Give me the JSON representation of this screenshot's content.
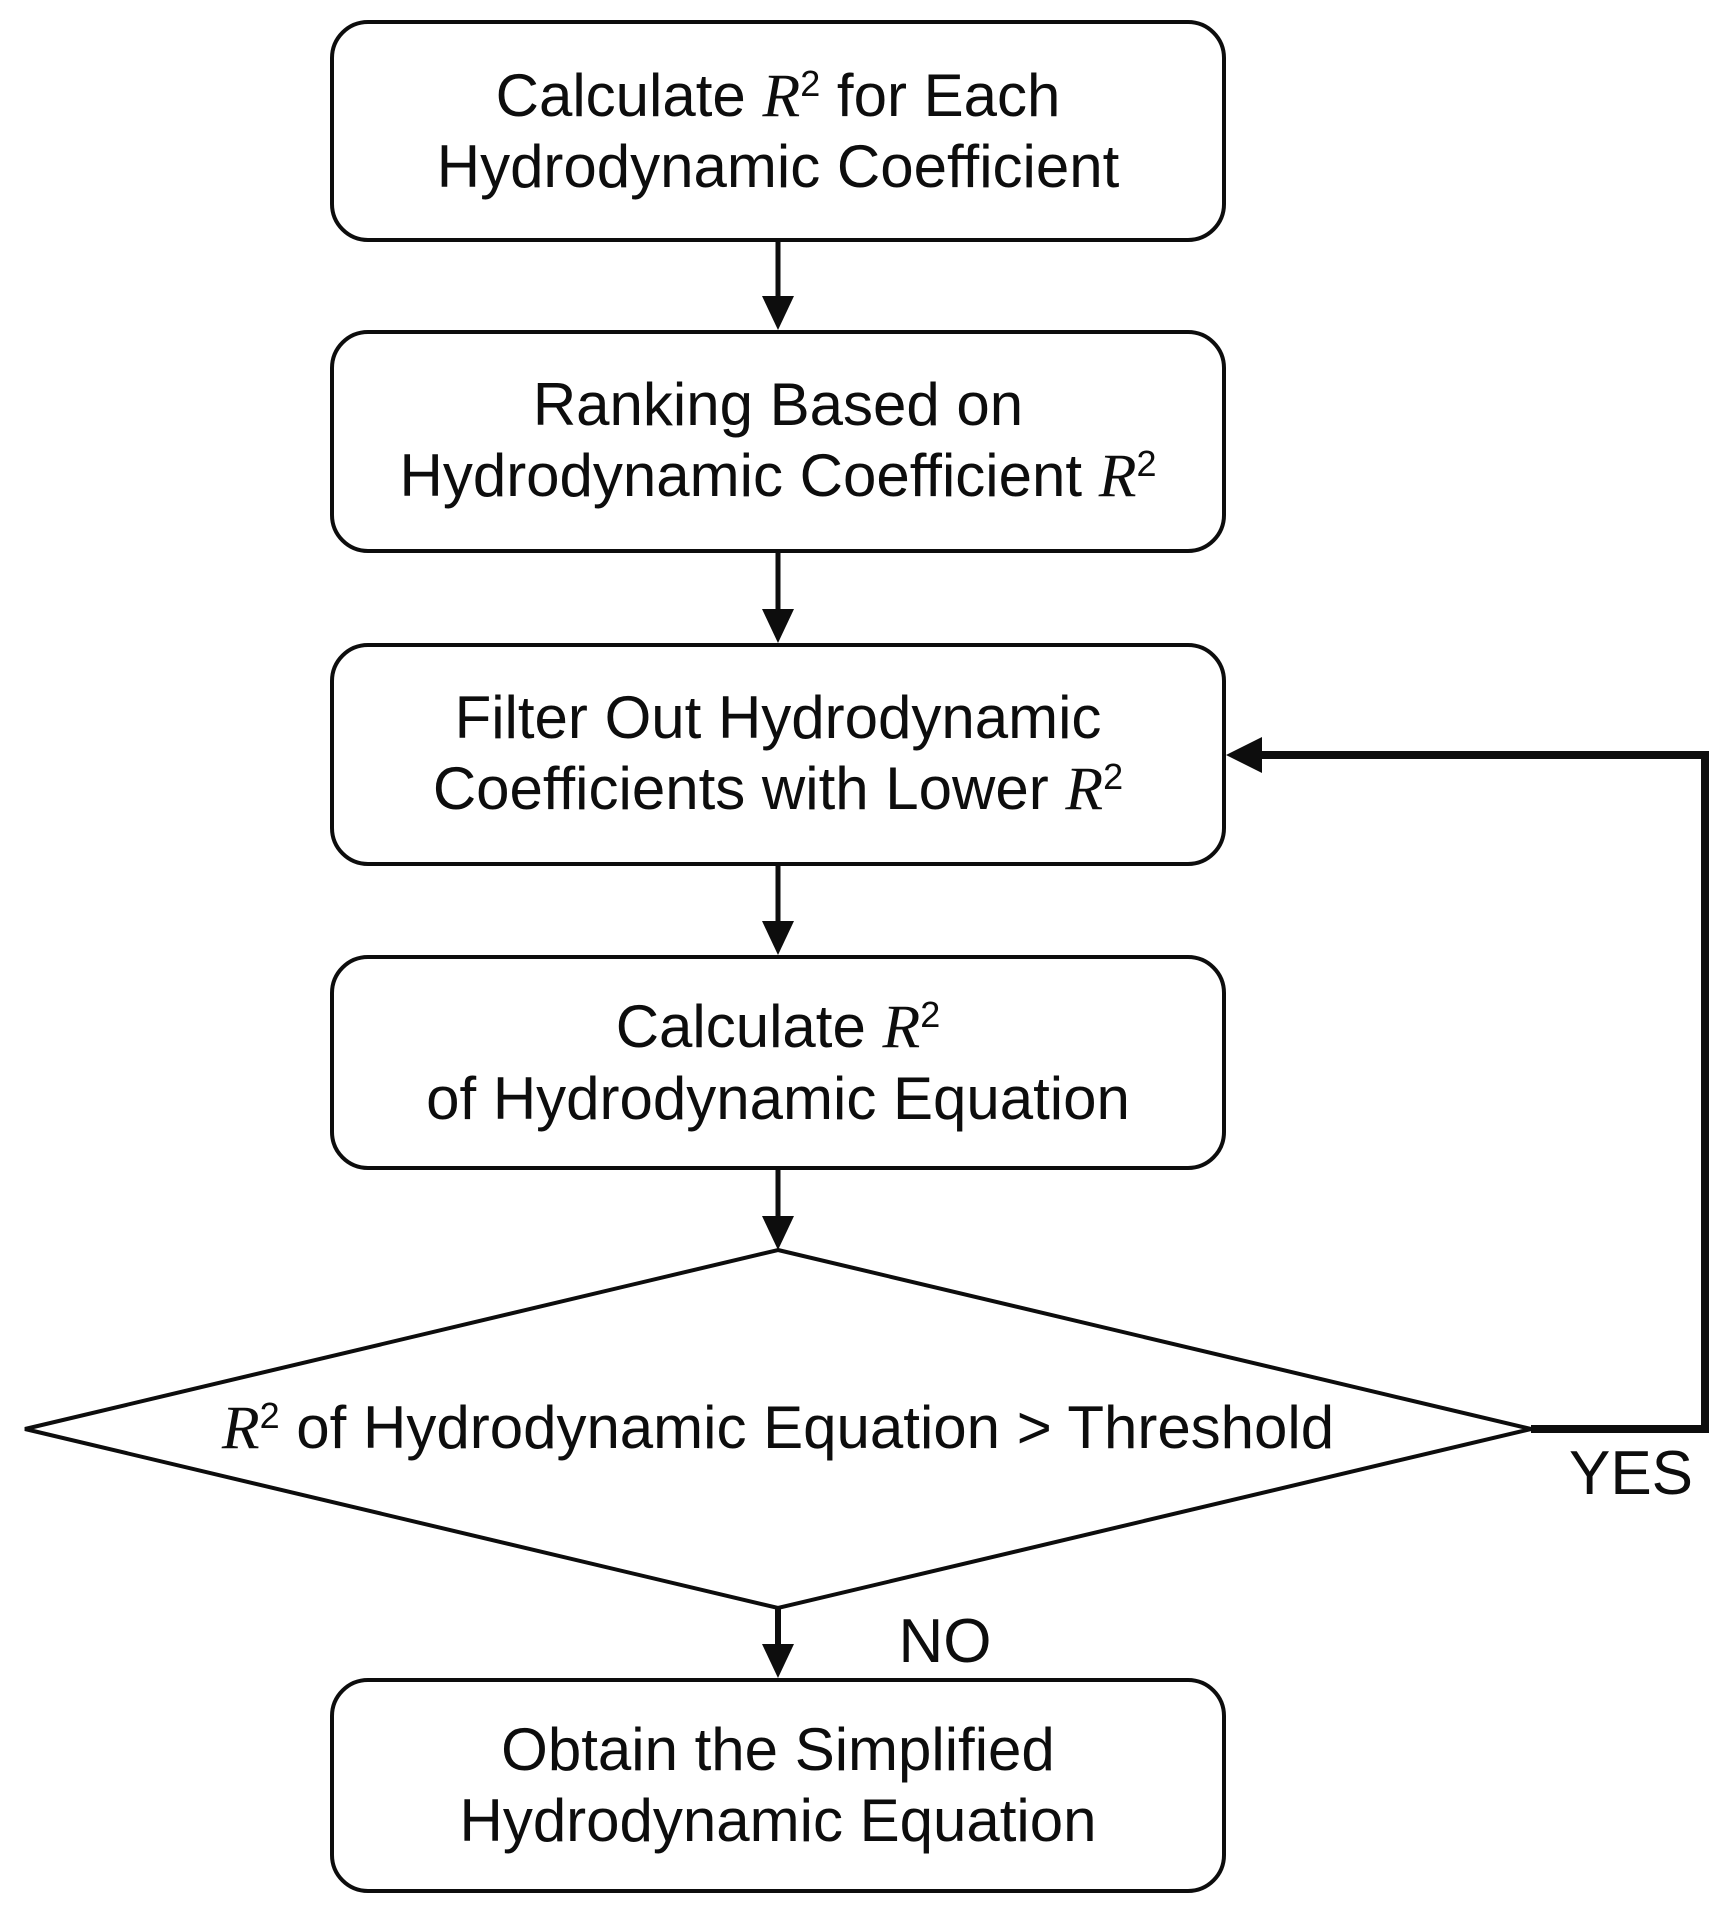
{
  "page": {
    "background_color": "#ffffff",
    "ink_color": "#0d0d0d"
  },
  "flowchart": {
    "boxes": [
      {
        "name": "calculate-r2-each-coefficient",
        "lines": [
          "Calculate R² for Each",
          "Hydrodynamic Coefficient"
        ]
      },
      {
        "name": "ranking-based-on-r2",
        "lines": [
          "Ranking Based on",
          "Hydrodynamic Coefficient R²"
        ]
      },
      {
        "name": "filter-out-lower-r2",
        "lines": [
          "Filter Out Hydrodynamic",
          "Coefficients with Lower R²"
        ]
      },
      {
        "name": "calculate-r2-of-equation",
        "lines": [
          "Calculate R²",
          "of Hydrodynamic Equation"
        ]
      },
      {
        "name": "obtain-simplified-equation",
        "lines": [
          "Obtain the Simplified",
          "Hydrodynamic Equation"
        ]
      }
    ],
    "decision": {
      "lines": [
        "R² of Hydrodynamic Equation > Threshold"
      ]
    },
    "branch_labels": {
      "yes": "YES",
      "no": "NO"
    }
  }
}
